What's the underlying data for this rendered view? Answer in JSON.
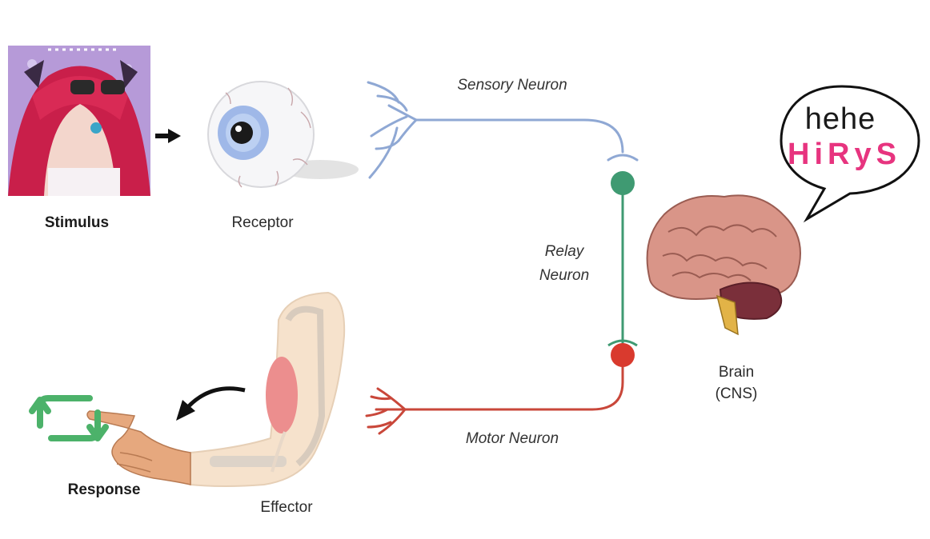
{
  "labels": {
    "stimulus": "Stimulus",
    "receptor": "Receptor",
    "sensory_neuron": "Sensory Neuron",
    "relay_line1": "Relay",
    "relay_line2": "Neuron",
    "brain_line1": "Brain",
    "brain_line2": "(CNS)",
    "motor_neuron": "Motor Neuron",
    "response": "Response",
    "effector": "Effector"
  },
  "speech_bubble": {
    "line1": "hehe",
    "line2": "HiRyS"
  },
  "colors": {
    "sensory": "#8fa8d4",
    "relay": "#3f9a72",
    "motor": "#c9473a",
    "accent_pink": "#e7347f",
    "response_arrows": "#4cb26a"
  },
  "icons": [
    "anime-portrait-image",
    "eyeball-icon",
    "brain-icon",
    "arm-icon",
    "hand-icon",
    "cycle-arrows-icon"
  ]
}
